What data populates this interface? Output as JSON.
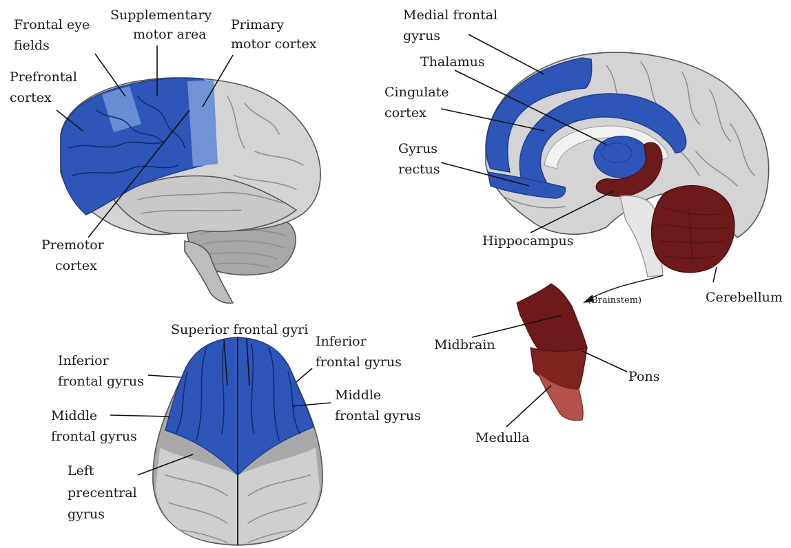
{
  "colors": {
    "blue": "#2e56b8",
    "light_blue": "#6f93d6",
    "dark_red": "#6e1a1a",
    "grey": "#d4d4d4",
    "dark_grey": "#9a9a9a"
  },
  "lateral": {
    "frontal_eye_fields": [
      "Frontal eye",
      "fields"
    ],
    "supplementary_motor_area": [
      "Supplementary",
      "motor area"
    ],
    "primary_motor_cortex": [
      "Primary",
      "motor cortex"
    ],
    "prefrontal_cortex": [
      "Prefrontal",
      "cortex"
    ],
    "premotor_cortex": [
      "Premotor",
      "cortex"
    ]
  },
  "medial": {
    "medial_frontal_gyrus": [
      "Medial frontal",
      "gyrus"
    ],
    "thalamus": "Thalamus",
    "cingulate_cortex": [
      "Cingulate",
      "cortex"
    ],
    "gyrus_rectus": [
      "Gyrus",
      "rectus"
    ],
    "hippocampus": "Hippocampus",
    "cerebellum": "Cerebellum",
    "brainstem": "(Brainstem)",
    "midbrain": "Midbrain",
    "pons": "Pons",
    "medulla": "Medulla"
  },
  "superior": {
    "superior_frontal_gyri": "Superior frontal gyri",
    "inferior_frontal_gyrus_left": [
      "Inferior",
      "frontal gyrus"
    ],
    "inferior_frontal_gyrus_right": [
      "Inferior",
      "frontal gyrus"
    ],
    "middle_frontal_gyrus_left": [
      "Middle",
      "frontal gyrus"
    ],
    "middle_frontal_gyrus_right": [
      "Middle",
      "frontal gyrus"
    ],
    "left_precentral_gyrus": [
      "Left",
      "precentral",
      "gyrus"
    ]
  }
}
